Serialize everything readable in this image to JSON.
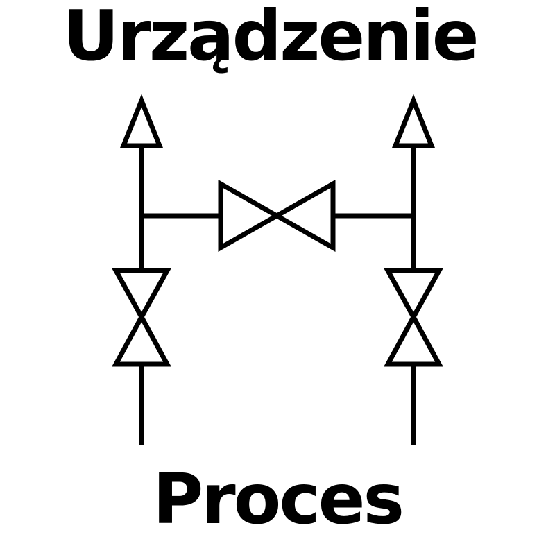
{
  "labels": {
    "title": "Urządzenie",
    "process": "Proces"
  },
  "colors": {
    "line": "#000000",
    "background": "#ffffff",
    "text": "#000000"
  },
  "diagram": {
    "type": "piping-valve-schematic",
    "symbols": [
      {
        "name": "left-flow-arrow-icon",
        "glyph": "hollow-triangle-up",
        "meaning": "flow to device (left outlet)"
      },
      {
        "name": "right-flow-arrow-icon",
        "glyph": "hollow-triangle-up",
        "meaning": "flow to device (right outlet)"
      },
      {
        "name": "bypass-valve-icon",
        "glyph": "bowtie-horizontal",
        "meaning": "bypass valve on cross line"
      },
      {
        "name": "left-block-valve-icon",
        "glyph": "bowtie-vertical",
        "meaning": "block valve on left pipe"
      },
      {
        "name": "right-block-valve-icon",
        "glyph": "bowtie-vertical",
        "meaning": "block valve on right pipe"
      }
    ],
    "pipes": [
      {
        "name": "left-pipe",
        "orientation": "vertical"
      },
      {
        "name": "right-pipe",
        "orientation": "vertical"
      },
      {
        "name": "bypass-line",
        "orientation": "horizontal"
      }
    ]
  }
}
